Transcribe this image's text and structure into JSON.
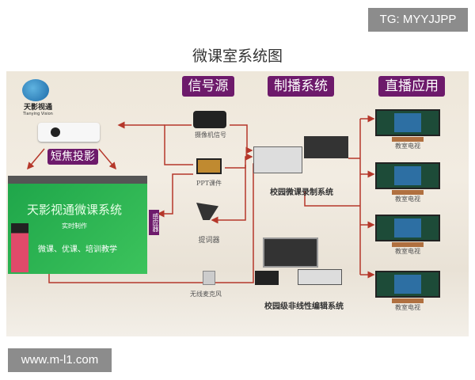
{
  "watermark_top": "TG: MYYJJPP",
  "watermark_bottom": "www.m-l1.com",
  "title": "微课室系统图",
  "logo": {
    "name": "天影视通",
    "sub": "Tianying Vision"
  },
  "sections": {
    "signal": "信号源",
    "control": "制播系统",
    "live": "直播应用",
    "projection": "短焦投影"
  },
  "screen": {
    "heading": "天影视通微课系统",
    "line1": "实时制作",
    "line2": "微课、优课、培训教学"
  },
  "sensor": "感应器",
  "devices": {
    "camera": "摄像机信号",
    "ppt": "PPT课件",
    "prompter": "提词器",
    "mic": "无线麦克风",
    "recorder": "校园微课录制系统",
    "editor": "校园级非线性编辑系统"
  },
  "tvs": [
    {
      "label": "教室电视"
    },
    {
      "label": "教室电视"
    },
    {
      "label": "教室电视"
    },
    {
      "label": "教室电视"
    }
  ],
  "colors": {
    "tag": "#6d1a6b",
    "arrow": "#b5372a",
    "green": "#2bb54f"
  }
}
